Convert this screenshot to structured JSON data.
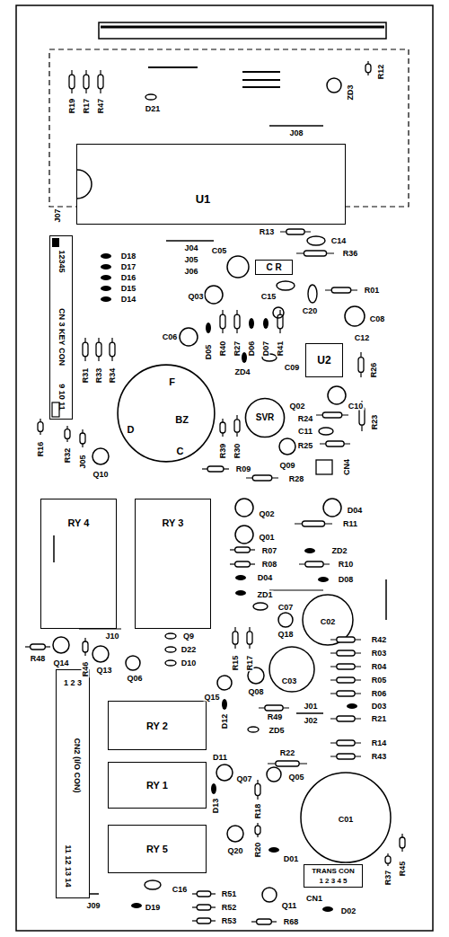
{
  "diagram": {
    "nodes": [
      {
        "text": [
          "U1"
        ]
      },
      {
        "text": [
          "12345",
          "CN 3 KEY CON",
          "9 10 11"
        ]
      },
      {
        "text": [
          "C R"
        ]
      },
      {
        "text": [
          "U2"
        ]
      },
      {
        "text": [
          "BZ",
          "F",
          "D",
          "C"
        ]
      },
      {
        "text": [
          "SVR"
        ]
      },
      {
        "text": [
          "RY 4"
        ]
      },
      {
        "text": [
          "RY 3"
        ]
      },
      {
        "text": [
          "1 2 3",
          "CN2 (I/O CON)",
          "11 12 13 14"
        ]
      },
      {
        "text": [
          "RY 2"
        ]
      },
      {
        "text": [
          "RY 1"
        ]
      },
      {
        "text": [
          "RY 5"
        ]
      },
      {
        "text": [
          "TRANS CON",
          "1 2 3 4 5"
        ]
      }
    ],
    "labels": [
      "R19",
      "R17",
      "R47",
      "D21",
      "J08",
      "ZD3",
      "R12",
      "J07",
      "R13",
      "C14",
      "R36",
      "J04",
      "J05",
      "J06",
      "C05",
      "C15",
      "R01",
      "C20",
      "C08",
      "C12",
      "Q03",
      "D18",
      "D17",
      "D16",
      "D15",
      "D14",
      "C06",
      "D05",
      "R40",
      "R27",
      "D06",
      "D07",
      "R41",
      "R26",
      "R31",
      "R33",
      "R34",
      "ZD4",
      "C09",
      "Q02",
      "C10",
      "R24",
      "R23",
      "C11",
      "R25",
      "CN4",
      "R16",
      "R32",
      "J05",
      "Q10",
      "R30",
      "R39",
      "R09",
      "Q09",
      "R28",
      "Q02",
      "D04",
      "R11",
      "Q01",
      "R07",
      "ZD2",
      "R08",
      "R10",
      "D04",
      "D08",
      "ZD1",
      "C07",
      "C02",
      "J10",
      "Q9",
      "D22",
      "D10",
      "R15",
      "R17",
      "Q18",
      "R42",
      "R03",
      "R04",
      "R05",
      "R06",
      "R48",
      "Q14",
      "R46",
      "Q13",
      "Q06",
      "Q08",
      "C03",
      "Q15",
      "D12",
      "R49",
      "ZD5",
      "J01",
      "J02",
      "D03",
      "R21",
      "D11",
      "R22",
      "R14",
      "R43",
      "Q05",
      "Q07",
      "D13",
      "C01",
      "R18",
      "R20",
      "Q20",
      "D01",
      "R37",
      "R45",
      "CN1",
      "C16",
      "D19",
      "R51",
      "R52",
      "R53",
      "Q11",
      "R68",
      "D02",
      "J09"
    ]
  }
}
